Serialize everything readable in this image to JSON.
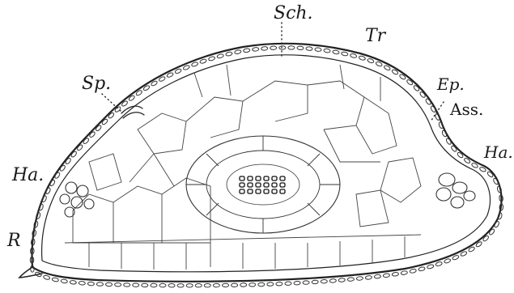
{
  "figure": {
    "labels": {
      "sch": "Sch.",
      "tr": "Tr",
      "sp": "Sp.",
      "ep": "Ep.",
      "ass": "Ass.",
      "ha_right": "Ha.",
      "ha_left": "Ha.",
      "r": "R"
    }
  }
}
